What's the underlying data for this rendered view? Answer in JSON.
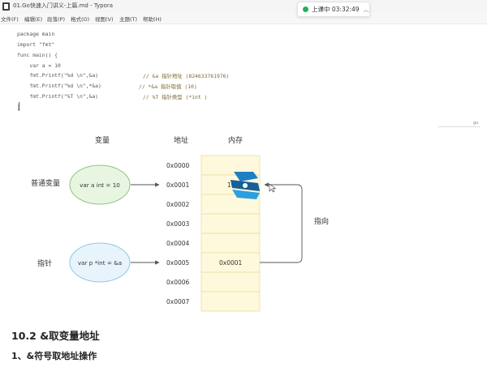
{
  "window": {
    "title": "01.Go快速入门讲义-上篇.md - Typora"
  },
  "menu": {
    "items": [
      {
        "label": "文件(F)"
      },
      {
        "label": "编辑(E)"
      },
      {
        "label": "段落(P)"
      },
      {
        "label": "格式(O)"
      },
      {
        "label": "视图(V)"
      },
      {
        "label": "主题(T)"
      },
      {
        "label": "帮助(H)"
      }
    ]
  },
  "class_status": {
    "label": "上课中 03:32:49",
    "status_color": "#21b35a"
  },
  "code_block": {
    "language": "go",
    "lines": [
      {
        "code": "package main",
        "comment": ""
      },
      {
        "code": "import \"fmt\"",
        "comment": ""
      },
      {
        "code": "func main() {",
        "comment": ""
      },
      {
        "code": "    var a = 10",
        "comment": ""
      },
      {
        "code": "    fmt.Printf(\"%d \\n\",&a)",
        "comment": "// &a 指针地址 (824633761976)"
      },
      {
        "code": "    fmt.Printf(\"%d \\n\",*&a)",
        "comment": "// *&a 指针取值 (10)"
      },
      {
        "code": "    fmt.Printf(\"%T \\n\",&a)",
        "comment": "// %T 指针类型 (*int )"
      },
      {
        "code": "}",
        "comment": ""
      }
    ]
  },
  "diagram": {
    "headers": {
      "variable": "变量",
      "address": "地址",
      "memory": "内存"
    },
    "variables": [
      {
        "label": "普通变量",
        "bubble": "var a int = 10",
        "fill": "#e8f6e1",
        "stroke": "#8cc67d"
      },
      {
        "label": "指针",
        "bubble": "var p *int = &a",
        "fill": "#e7f4fc",
        "stroke": "#8ec8e8"
      }
    ],
    "addresses": [
      "0x0000",
      "0x0001",
      "0x0002",
      "0x0003",
      "0x0004",
      "0x0005",
      "0x0006",
      "0x0007"
    ],
    "memory_values": [
      "",
      "10",
      "",
      "",
      "",
      "0x0001",
      "",
      ""
    ],
    "memory_fill": "#fef9dc",
    "memory_stroke": "#e8dca0",
    "pointer_label": "指向",
    "watermark_icon": "s-logo-icon"
  },
  "headings": {
    "h2": "10.2 &取变量地址",
    "h3": "1、&符号取地址操作"
  }
}
